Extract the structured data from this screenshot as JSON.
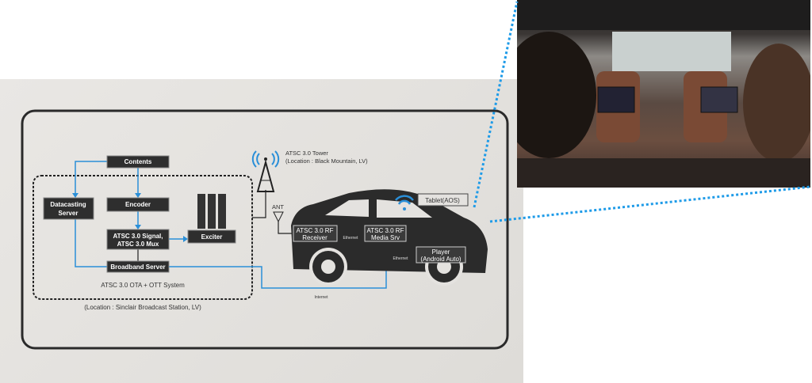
{
  "diagram": {
    "system": {
      "contents": "Contents",
      "datacasting_server": [
        "Datacasting",
        "Server"
      ],
      "encoder": "Encoder",
      "signal_mux": [
        "ATSC 3.0 Signal,",
        "ATSC 3.0 Mux"
      ],
      "exciter": "Exciter",
      "broadband_server": "Broadband Server",
      "system_label": "ATSC 3.0 OTA + OTT System",
      "location": "(Location : Sinclair Broadcast Station, LV)"
    },
    "tower": {
      "title": "ATSC 3.0 Tower",
      "location": "(Location : Black Mountain, LV)",
      "ant": "ANT"
    },
    "vehicle": {
      "receiver": [
        "ATSC 3.0 RF",
        "Receiver"
      ],
      "media_srv": [
        "ATSC 3.0 RF",
        "Media Srv"
      ],
      "ethernet_1": "Ethernet",
      "ethernet_2": "Ethernet",
      "tablet": "Tablet(AOS)",
      "player": [
        "Player",
        "(Android Auto)"
      ],
      "internet": "Internet"
    },
    "colors": {
      "accent_blue": "#2a8fd8",
      "box_dark": "#2e2e2e",
      "board": "#e6e4e1"
    }
  }
}
